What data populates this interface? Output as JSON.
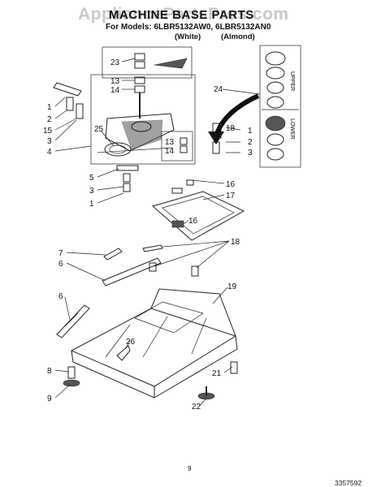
{
  "header": {
    "watermark": "AppliancePartsPros.com",
    "title": "MACHINE BASE PARTS",
    "subtitle": "For Models: 6LBR5132AW0, 6LBR5132AN0",
    "variant_white": "(White)",
    "variant_almond": "(Almond)"
  },
  "side_labels": {
    "upper": "UPPER",
    "lower": "LOWER"
  },
  "callouts": [
    "23",
    "13",
    "14",
    "24",
    "1",
    "2",
    "15",
    "3",
    "25",
    "4",
    "18",
    "2",
    "3",
    "13",
    "14",
    "1",
    "2",
    "3",
    "5",
    "3",
    "1",
    "16",
    "17",
    "16",
    "7",
    "6",
    "18",
    "19",
    "6",
    "26",
    "21",
    "8",
    "9",
    "22"
  ],
  "footer": {
    "page": "9",
    "doc_number": "3357592"
  }
}
